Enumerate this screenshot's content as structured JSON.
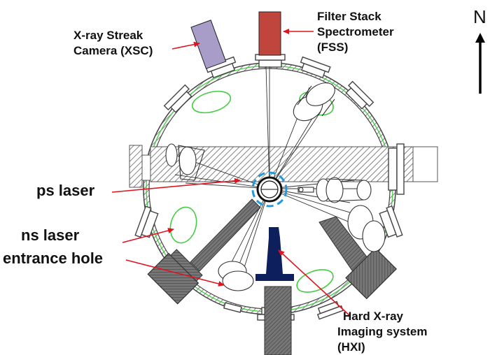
{
  "labels": {
    "xsc_line1": "X-ray Streak",
    "xsc_line2": "Camera (XSC)",
    "fss_line1": "Filter Stack",
    "fss_line2": "Spectrometer",
    "fss_line3": "(FSS)",
    "ps_laser": "ps laser",
    "ns_line1": "ns laser",
    "ns_line2": "entrance hole",
    "hxi_line1": "Hard X-ray",
    "hxi_line2": "Imaging system",
    "hxi_line3": "(HXI)",
    "north": "N"
  },
  "colors": {
    "xsc": "#a89cc8",
    "fss": "#c0453c",
    "hxi": "#0d1f5c",
    "arrow": "#e0141e",
    "chamber_outline": "#44cc44",
    "target_marker": "#2299dd"
  }
}
